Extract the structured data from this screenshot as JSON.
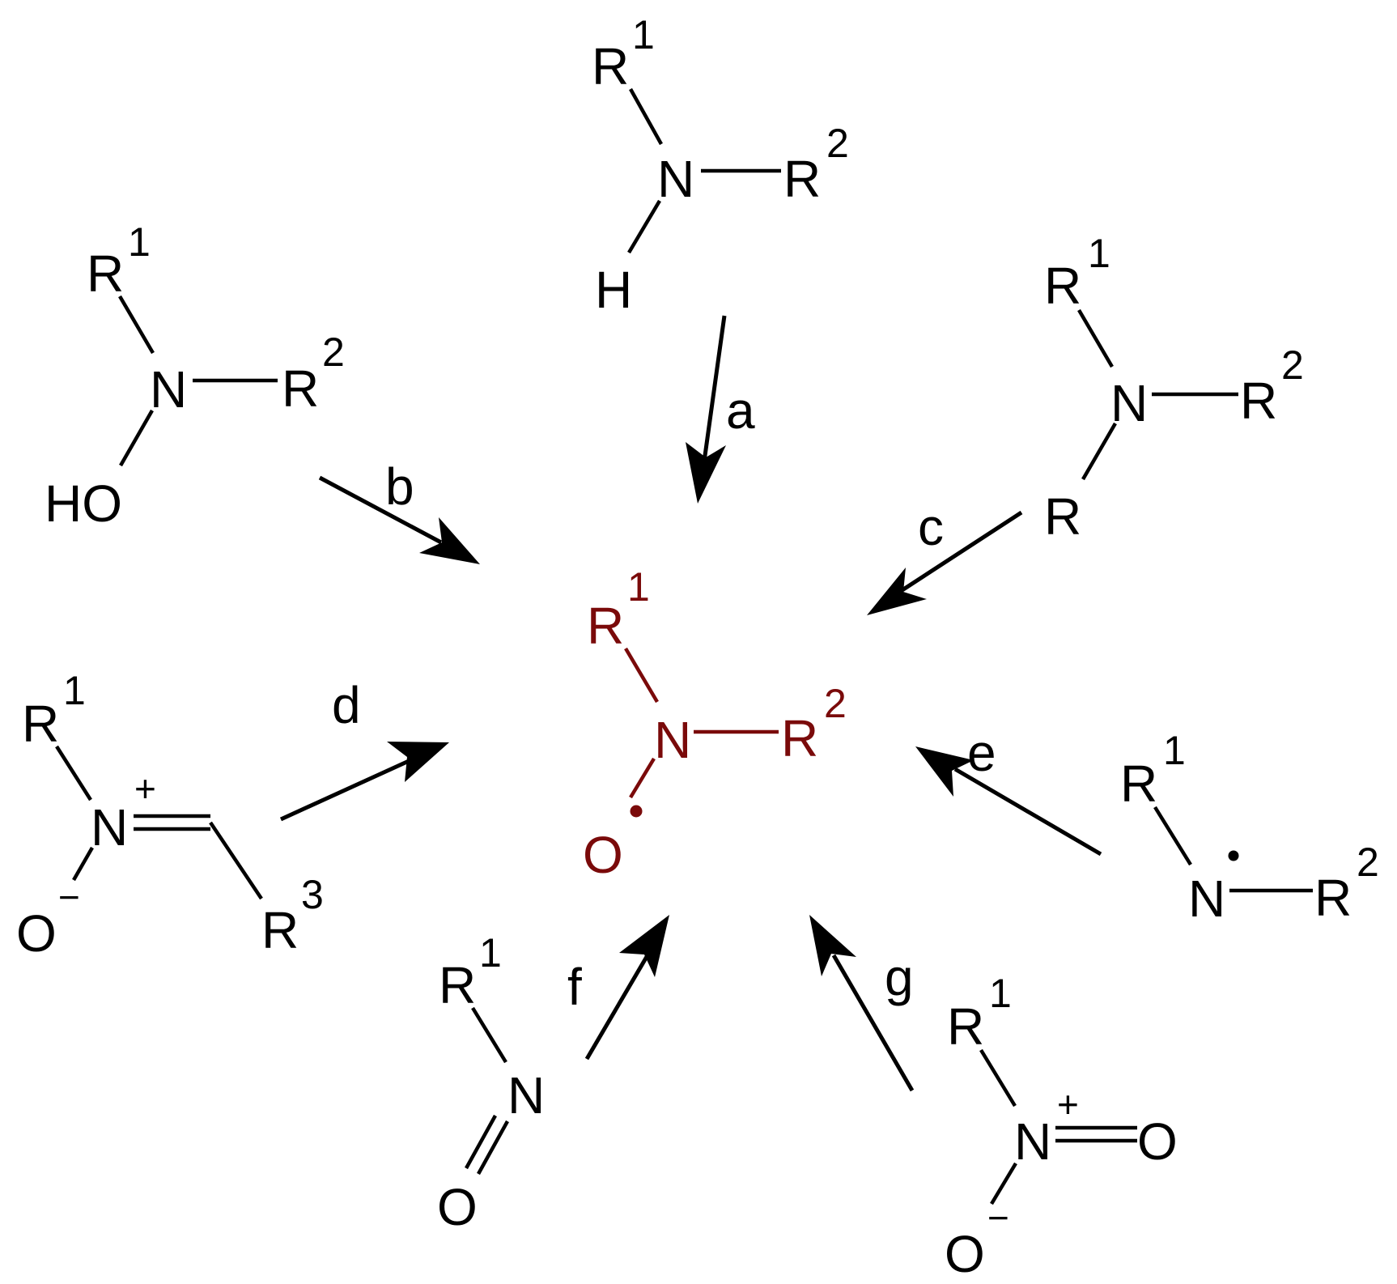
{
  "colors": {
    "ink": "#000000",
    "product": "#7a0a0a"
  },
  "product": {
    "r1": "R",
    "r1_sup": "1",
    "n": "N",
    "r2": "R",
    "r2_sup": "2",
    "o": "O"
  },
  "precursors": {
    "a": {
      "r1": "R",
      "r1_sup": "1",
      "n": "N",
      "r2": "R",
      "r2_sup": "2",
      "h": "H"
    },
    "b": {
      "r1": "R",
      "r1_sup": "1",
      "n": "N",
      "r2": "R",
      "r2_sup": "2",
      "ho": "HO"
    },
    "c": {
      "r1": "R",
      "r1_sup": "1",
      "n": "N",
      "r2": "R",
      "r2_sup": "2",
      "r": "R"
    },
    "d": {
      "r1": "R",
      "r1_sup": "1",
      "n": "N",
      "n_charge": "+",
      "o": "O",
      "o_charge": "−",
      "r3": "R",
      "r3_sup": "3"
    },
    "e": {
      "r1": "R",
      "r1_sup": "1",
      "n": "N",
      "r2": "R",
      "r2_sup": "2"
    },
    "f": {
      "r1": "R",
      "r1_sup": "1",
      "n": "N",
      "o": "O"
    },
    "g": {
      "r1": "R",
      "r1_sup": "1",
      "n": "N",
      "n_charge": "+",
      "o_double": "O",
      "o_single": "O",
      "o_charge": "−"
    }
  },
  "arrows": {
    "a": "a",
    "b": "b",
    "c": "c",
    "d": "d",
    "e": "e",
    "f": "f",
    "g": "g"
  }
}
